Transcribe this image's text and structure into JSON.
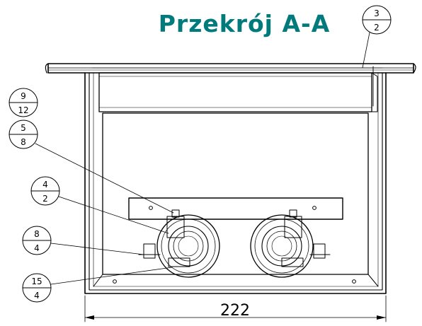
{
  "title": "Przekrój A-A",
  "dimension": "222",
  "callouts": [
    {
      "top": "3",
      "bottom": "2"
    },
    {
      "top": "9",
      "bottom": "12"
    },
    {
      "top": "5",
      "bottom": "8"
    },
    {
      "top": "4",
      "bottom": "2"
    },
    {
      "top": "8",
      "bottom": "4"
    },
    {
      "top": "15",
      "bottom": "4"
    }
  ]
}
